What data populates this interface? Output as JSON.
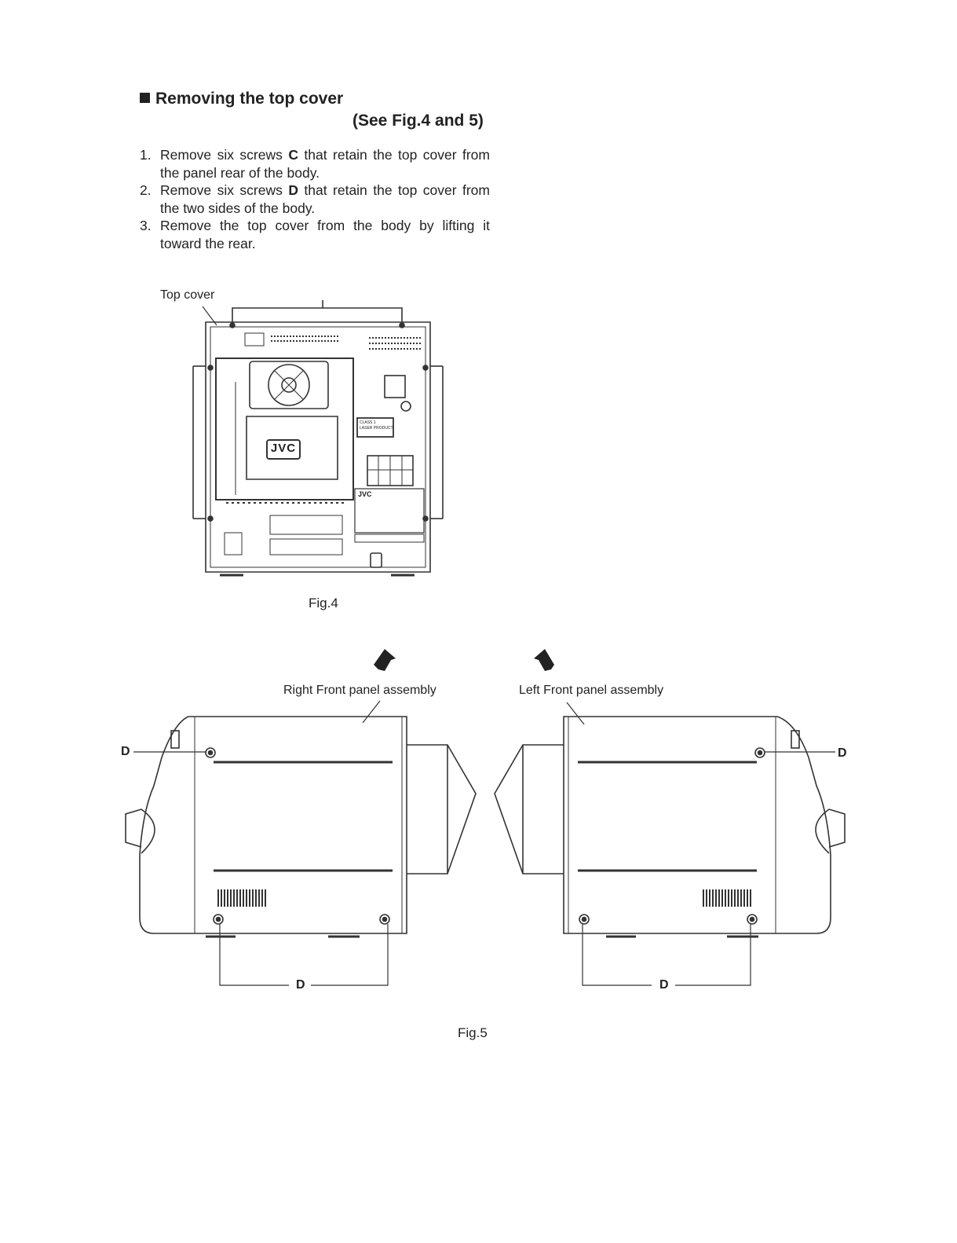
{
  "section": {
    "title": "Removing the top cover",
    "subtitle": "(See Fig.4 and 5)"
  },
  "steps": [
    {
      "num": "1.",
      "before": "Remove six screws ",
      "key": "C",
      "after": " that retain the top cover from the panel rear of the body."
    },
    {
      "num": "2.",
      "before": "Remove six screws ",
      "key": "D",
      "after": " that retain the top cover from the two sides of the body."
    },
    {
      "num": "3.",
      "before": "Remove the top cover from the body by lifting it toward the rear.",
      "key": "",
      "after": ""
    }
  ],
  "fig4": {
    "caption": "Fig.4",
    "top_cover_label": "Top cover",
    "brand": "JVC",
    "laser_label": [
      "CLASS 1",
      "LASER PRODUCT"
    ]
  },
  "fig5": {
    "caption": "Fig.5",
    "right_label": "Right Front panel assembly",
    "left_label": "Left Front panel assembly",
    "callout_d": "D"
  }
}
